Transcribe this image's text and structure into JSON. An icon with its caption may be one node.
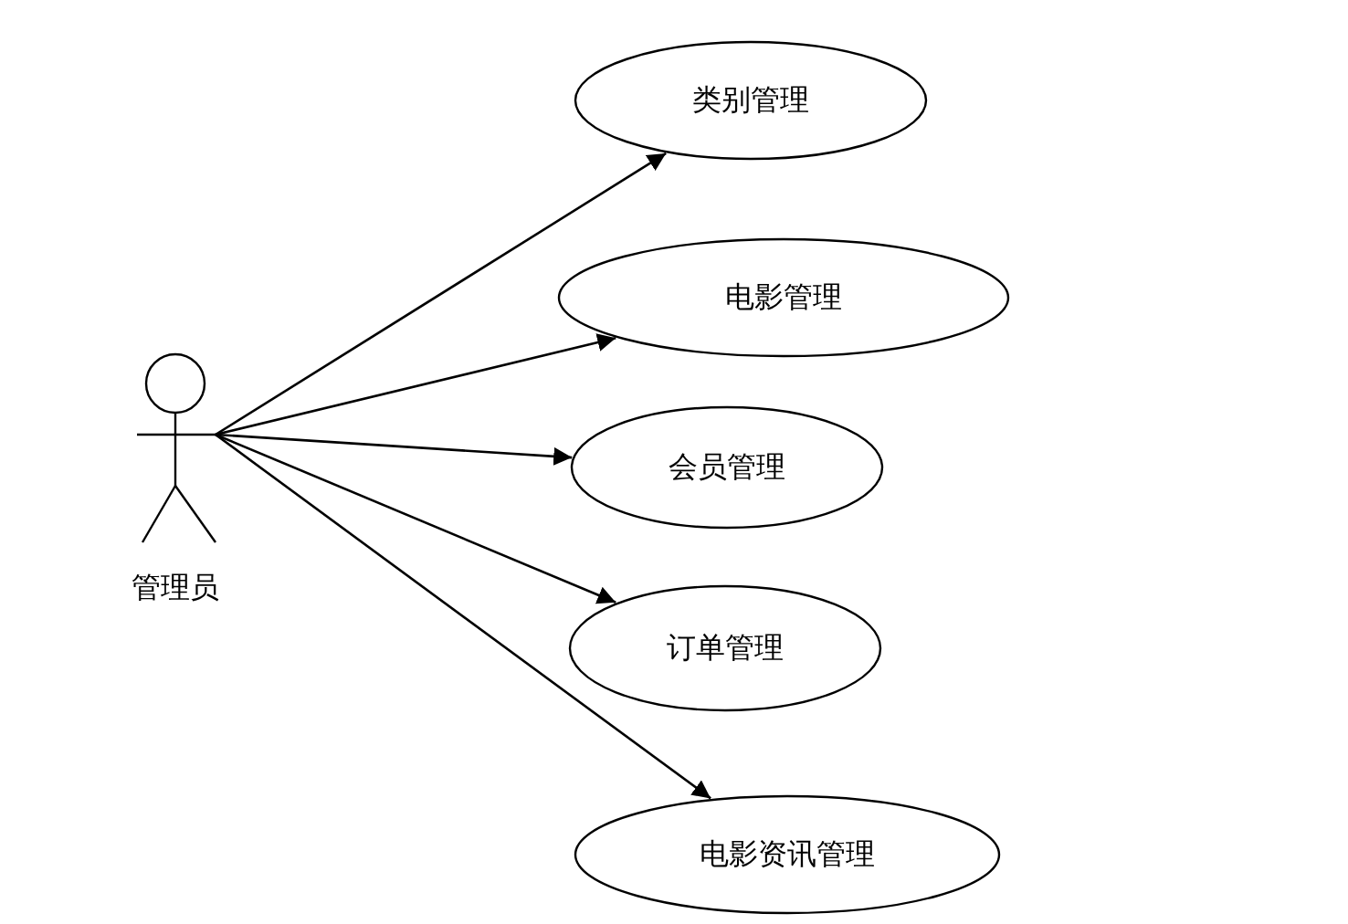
{
  "diagram": {
    "nodes": [
      {
        "text": [
          "管理员"
        ]
      },
      {
        "text": [
          "类别管理"
        ]
      },
      {
        "text": [
          "电影管理"
        ]
      },
      {
        "text": [
          "会员管理"
        ]
      },
      {
        "text": [
          "订单管理"
        ]
      },
      {
        "text": [
          "电影资讯管理"
        ]
      }
    ],
    "edges": [
      {
        "from": 0,
        "to": 1,
        "arrow": "to"
      },
      {
        "from": 0,
        "to": 2,
        "arrow": "to"
      },
      {
        "from": 0,
        "to": 3,
        "arrow": "to"
      },
      {
        "from": 0,
        "to": 4,
        "arrow": "to"
      },
      {
        "from": 0,
        "to": 5,
        "arrow": "to"
      }
    ]
  }
}
